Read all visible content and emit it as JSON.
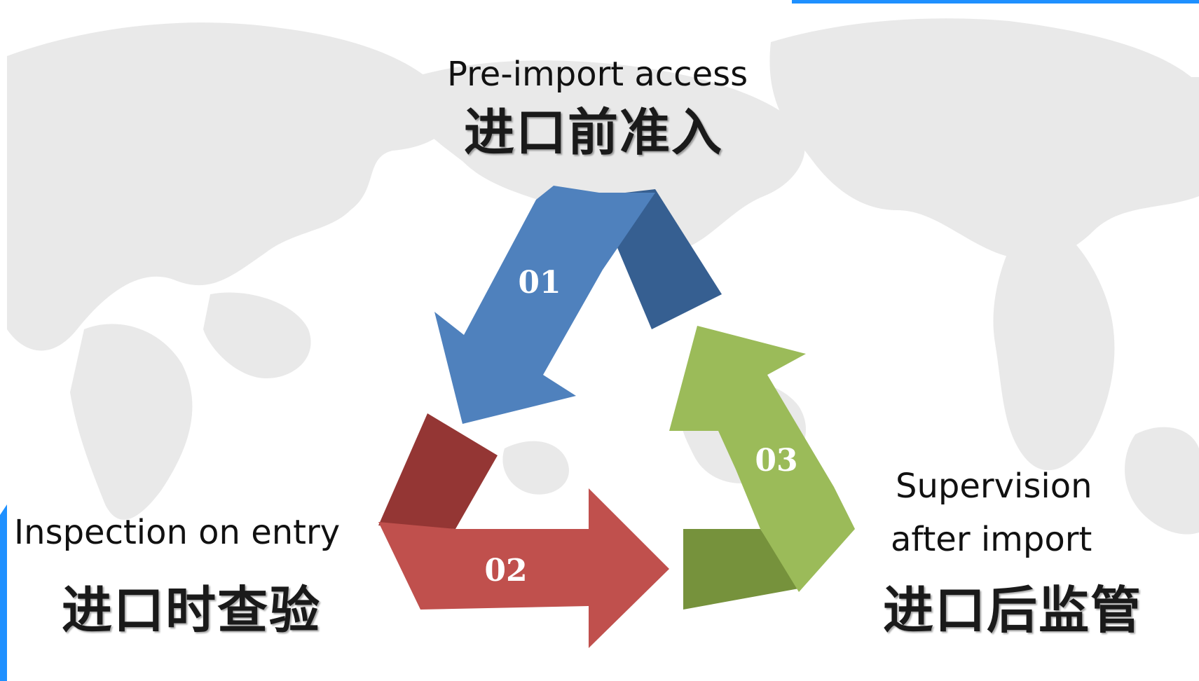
{
  "steps": [
    {
      "number": "01",
      "label_en": "Pre-import access",
      "label_zh": "进口前准入"
    },
    {
      "number": "02",
      "label_en": "Inspection on entry",
      "label_zh": "进口时查验"
    },
    {
      "number": "03",
      "label_en_line1": "Supervision",
      "label_en_line2": "after import",
      "label_zh": "进口后监管"
    }
  ],
  "colors": {
    "blue": "#4f81bd",
    "blue_dark": "#365f91",
    "red": "#c0504d",
    "red_dark": "#943634",
    "green": "#9bbb59",
    "green_dark": "#76923c",
    "accent_bar": "#1e90ff",
    "map": "#e9e9e9"
  }
}
